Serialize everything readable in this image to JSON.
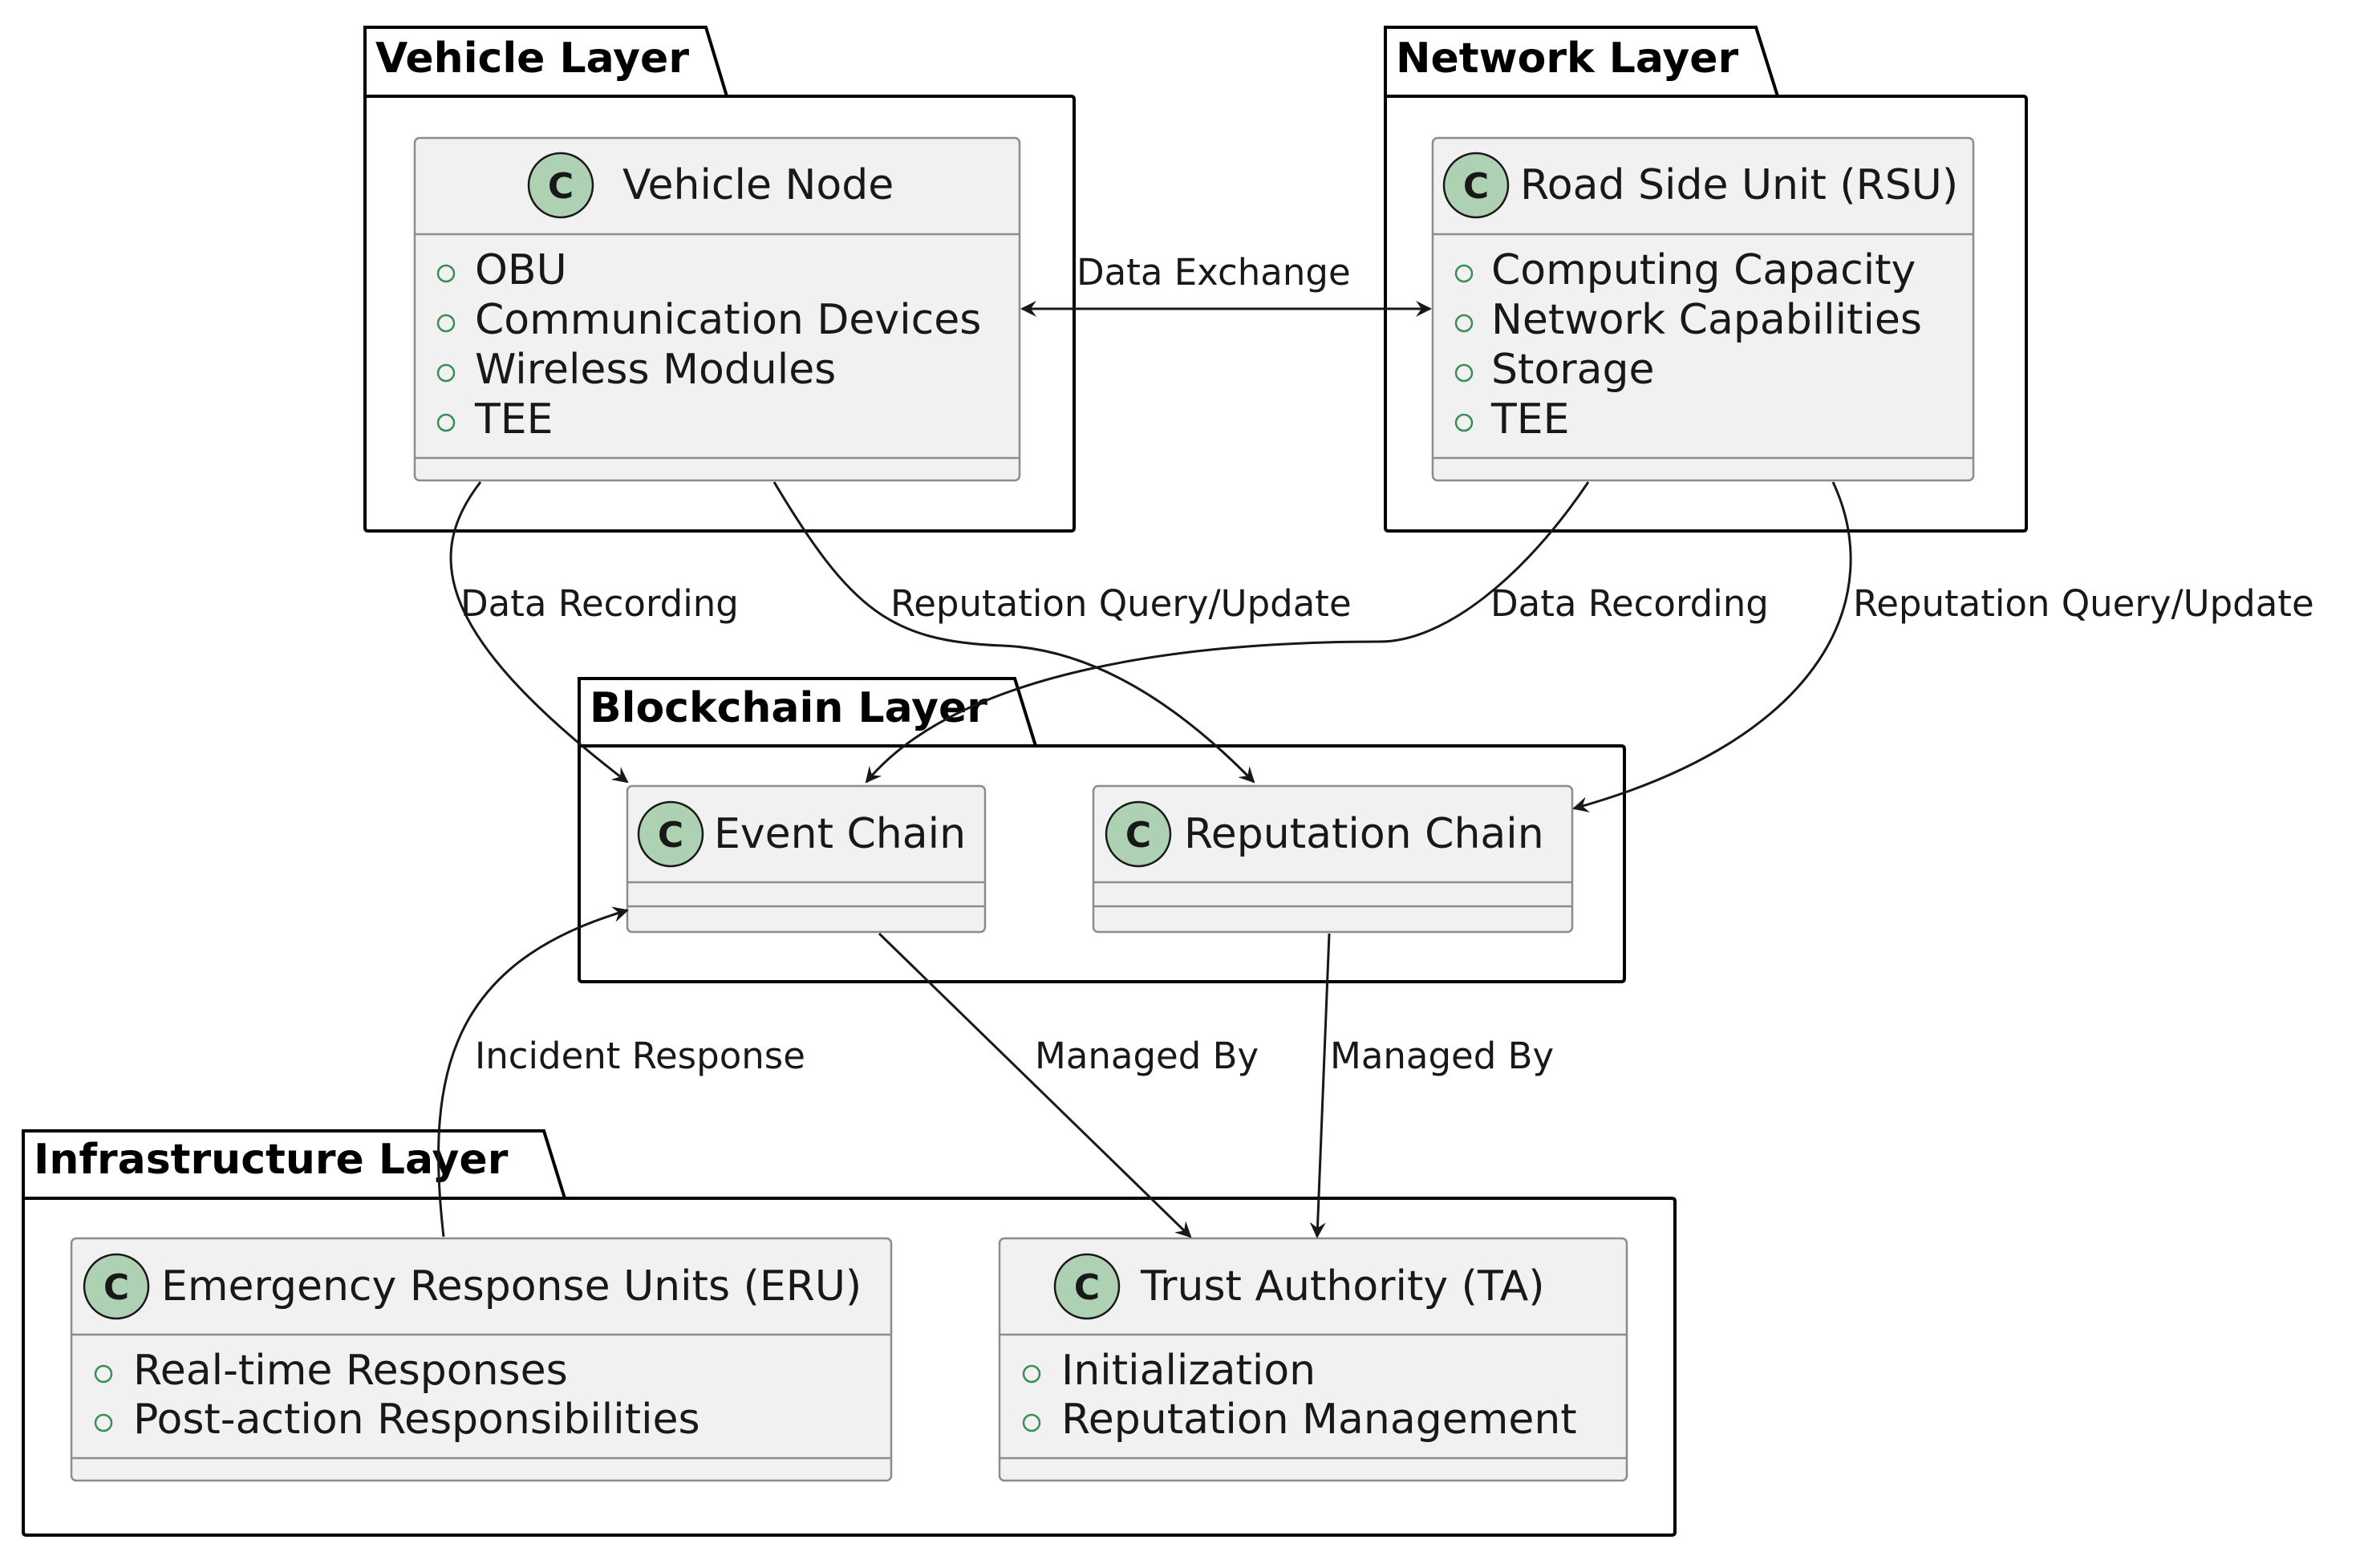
{
  "colors": {
    "package_border": "#000000",
    "class_fill": "#F1F1F1",
    "class_border": "#8C8C8C",
    "class_icon_fill": "#ADD1B2",
    "attr_visibility": "#3A8D54",
    "edge": "#181818"
  },
  "packages": {
    "vehicle": {
      "title": "Vehicle Layer"
    },
    "network": {
      "title": "Network Layer"
    },
    "blockchain": {
      "title": "Blockchain Layer"
    },
    "infrastructure": {
      "title": "Infrastructure Layer"
    }
  },
  "classes": {
    "vehicle_node": {
      "icon": "C",
      "name": "Vehicle Node",
      "attributes": [
        "OBU",
        "Communication Devices",
        "Wireless Modules",
        "TEE"
      ]
    },
    "rsu": {
      "icon": "C",
      "name": "Road Side Unit (RSU)",
      "attributes": [
        "Computing Capacity",
        "Network Capabilities",
        "Storage",
        "TEE"
      ]
    },
    "event_chain": {
      "icon": "C",
      "name": "Event Chain",
      "attributes": []
    },
    "reputation_chain": {
      "icon": "C",
      "name": "Reputation Chain",
      "attributes": []
    },
    "eru": {
      "icon": "C",
      "name": "Emergency Response Units (ERU)",
      "attributes": [
        "Real-time Responses",
        "Post-action Responsibilities"
      ]
    },
    "ta": {
      "icon": "C",
      "name": "Trust Authority (TA)",
      "attributes": [
        "Initialization",
        "Reputation Management"
      ]
    }
  },
  "edges": {
    "data_exchange": "Data Exchange",
    "vehicle_data_recording": "Data Recording",
    "vehicle_reputation": "Reputation Query/Update",
    "rsu_data_recording": "Data Recording",
    "rsu_reputation": "Reputation Query/Update",
    "incident_response": "Incident Response",
    "event_managed_by": "Managed By",
    "reputation_managed_by": "Managed By"
  },
  "attr_visibility_symbol": "circle-visibility-icon"
}
